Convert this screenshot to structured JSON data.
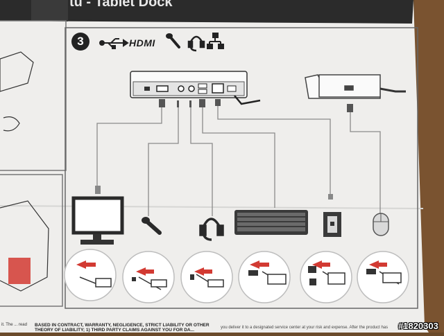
{
  "step_number": "3",
  "hdmi_label": "HDMI",
  "top_title_fragment": "tu - Tablet Dock",
  "footer": {
    "left_fragment": "it. The ... read",
    "contract_text": "BASED IN CONTRACT, WARRANTY, NEGLIGENCE, STRICT LIABILITY OR OTHER THEORY OF LIABILITY; 1) THIRD PARTY CLAIMS AGAINST YOU FOR DA...",
    "right_text": "you deliver it to a designated service center at your risk and expense. After the product has"
  },
  "photo_id": "#1820303",
  "icons": [
    "usb-icon",
    "hdmi-icon",
    "microphone-icon",
    "headset-icon",
    "network-icon"
  ],
  "devices": [
    "monitor",
    "microphone",
    "headset",
    "keyboard",
    "ethernet-wall-jack",
    "mouse"
  ],
  "colors": {
    "paper": "#f1f0ee",
    "wood": "#6b4a2a",
    "ink": "#2a2a2a",
    "arrow": "#d23a32",
    "line": "#8a8a8a"
  }
}
